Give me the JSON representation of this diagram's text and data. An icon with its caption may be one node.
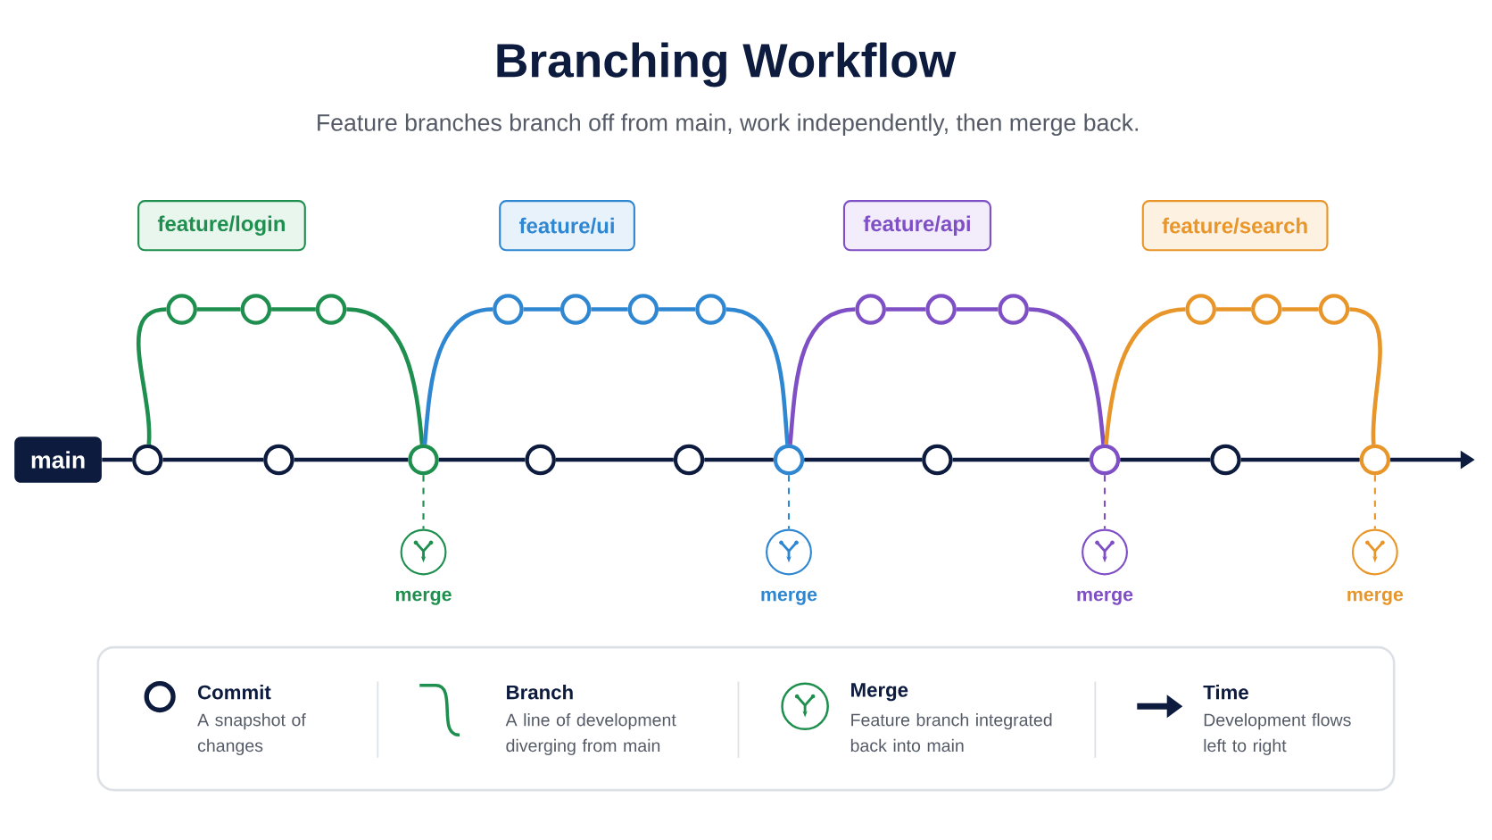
{
  "diagram": {
    "title": "Branching Workflow",
    "nodes": [
      {
        "text": [
          "main"
        ]
      },
      {
        "text": [],
        "shape": "circle"
      },
      {
        "text": [],
        "shape": "circle"
      },
      {
        "text": [],
        "shape": "circle"
      },
      {
        "text": [],
        "shape": "circle"
      },
      {
        "text": [],
        "shape": "circle"
      },
      {
        "text": [],
        "shape": "circle"
      },
      {
        "text": [],
        "shape": "circle"
      },
      {
        "text": [],
        "shape": "circle"
      },
      {
        "text": [],
        "shape": "circle"
      },
      {
        "text": [],
        "shape": "circle"
      },
      {
        "text": [
          "feature/login"
        ]
      },
      {
        "text": [
          "feature/ui"
        ]
      },
      {
        "text": [
          "feature/api"
        ]
      },
      {
        "text": [
          "feature/search"
        ]
      },
      {
        "text": [],
        "shape": "circle"
      },
      {
        "text": [],
        "shape": "circle"
      },
      {
        "text": [],
        "shape": "circle"
      },
      {
        "text": [],
        "shape": "circle"
      },
      {
        "text": [],
        "shape": "circle"
      },
      {
        "text": [],
        "shape": "circle"
      },
      {
        "text": [],
        "shape": "circle"
      },
      {
        "text": [],
        "shape": "circle"
      },
      {
        "text": [],
        "shape": "circle"
      },
      {
        "text": [],
        "shape": "circle"
      },
      {
        "text": [],
        "shape": "circle"
      },
      {
        "text": [],
        "shape": "circle"
      },
      {
        "text": [],
        "shape": "circle"
      },
      {
        "text": [],
        "shape": "circle",
        "beside": [
          "merge"
        ]
      },
      {
        "text": [],
        "shape": "circle",
        "beside": [
          "merge"
        ]
      },
      {
        "text": [],
        "shape": "circle",
        "beside": [
          "merge"
        ]
      },
      {
        "text": [],
        "shape": "circle",
        "beside": [
          "merge"
        ]
      }
    ],
    "edges": [
      {
        "from": 0,
        "to": 1,
        "arrow": "none",
        "color": "#0d1b3e"
      },
      {
        "from": 1,
        "to": 2,
        "arrow": "none",
        "color": "#0d1b3e"
      },
      {
        "from": 2,
        "to": 3,
        "arrow": "none",
        "color": "#0d1b3e"
      },
      {
        "from": 3,
        "to": 4,
        "arrow": "none",
        "color": "#0d1b3e"
      },
      {
        "from": 4,
        "to": 5,
        "arrow": "none",
        "color": "#0d1b3e"
      },
      {
        "from": 5,
        "to": 6,
        "arrow": "none",
        "color": "#0d1b3e"
      },
      {
        "from": 6,
        "to": 7,
        "arrow": "none",
        "color": "#0d1b3e"
      },
      {
        "from": 7,
        "to": 8,
        "arrow": "none",
        "color": "#0d1b3e"
      },
      {
        "from": 8,
        "to": 9,
        "arrow": "none",
        "color": "#0d1b3e"
      },
      {
        "from": 9,
        "to": 10,
        "arrow": "none",
        "color": "#0d1b3e"
      },
      {
        "from": 10,
        "to": null,
        "arrow": "to",
        "color": "#0d1b3e"
      },
      {
        "from": 1,
        "to": 15,
        "arrow": "none",
        "color": "#1e8f4e"
      },
      {
        "from": 15,
        "to": 16,
        "arrow": "none",
        "color": "#1e8f4e"
      },
      {
        "from": 16,
        "to": 17,
        "arrow": "none",
        "color": "#1e8f4e"
      },
      {
        "from": 17,
        "to": 3,
        "arrow": "none",
        "color": "#1e8f4e"
      },
      {
        "from": 3,
        "to": 18,
        "arrow": "none",
        "color": "#2f86d1"
      },
      {
        "from": 18,
        "to": 19,
        "arrow": "none",
        "color": "#2f86d1"
      },
      {
        "from": 19,
        "to": 20,
        "arrow": "none",
        "color": "#2f86d1"
      },
      {
        "from": 20,
        "to": 21,
        "arrow": "none",
        "color": "#2f86d1"
      },
      {
        "from": 21,
        "to": 6,
        "arrow": "none",
        "color": "#2f86d1"
      },
      {
        "from": 6,
        "to": 22,
        "arrow": "none",
        "color": "#7e4fc5"
      },
      {
        "from": 22,
        "to": 23,
        "arrow": "none",
        "color": "#7e4fc5"
      },
      {
        "from": 23,
        "to": 24,
        "arrow": "none",
        "color": "#7e4fc5"
      },
      {
        "from": 24,
        "to": 8,
        "arrow": "none",
        "color": "#7e4fc5"
      },
      {
        "from": 8,
        "to": 25,
        "arrow": "none",
        "color": "#e8962a"
      },
      {
        "from": 25,
        "to": 26,
        "arrow": "none",
        "color": "#e8962a"
      },
      {
        "from": 26,
        "to": 27,
        "arrow": "none",
        "color": "#e8962a"
      },
      {
        "from": 27,
        "to": 10,
        "arrow": "none",
        "color": "#e8962a"
      },
      {
        "from": 3,
        "to": 28,
        "arrow": "none",
        "style": "dashed",
        "color": "#1e8f4e"
      },
      {
        "from": 6,
        "to": 29,
        "arrow": "none",
        "style": "dashed",
        "color": "#2f86d1"
      },
      {
        "from": 8,
        "to": 30,
        "arrow": "none",
        "style": "dashed",
        "color": "#7e4fc5"
      },
      {
        "from": 10,
        "to": 31,
        "arrow": "none",
        "style": "dashed",
        "color": "#e8962a"
      }
    ],
    "labels": [
      "Feature branches branch off from main, work independently, then merge back.",
      "A snapshot of changes",
      "A line of development diverging from main",
      "Feature branch integrated back into main",
      "Development flows left to right"
    ],
    "legend": [
      {
        "text": "Commit"
      },
      {
        "text": "Branch"
      },
      {
        "text": "Merge"
      },
      {
        "text": "Time"
      }
    ]
  }
}
